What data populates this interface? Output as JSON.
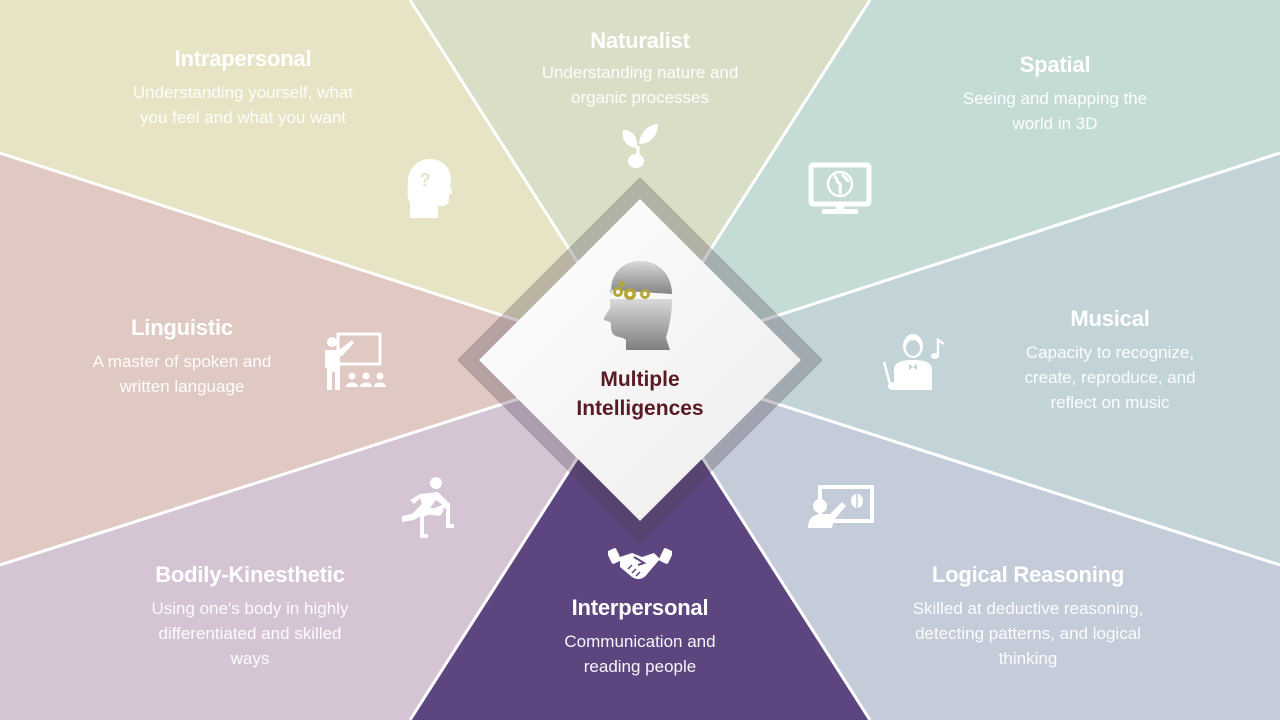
{
  "center": {
    "title_line1": "Multiple",
    "title_line2": "Intelligences",
    "icon": "head-gears-icon",
    "title_color": "#5a1a24"
  },
  "segments": [
    {
      "id": "intrapersonal",
      "title": "Intrapersonal",
      "desc_line1": "Understanding yourself, what",
      "desc_line2": "you feel and what you want",
      "icon": "head-question-icon",
      "color": "#e6e4c4"
    },
    {
      "id": "naturalist",
      "title": "Naturalist",
      "desc_line1": "Understanding nature and",
      "desc_line2": "organic processes",
      "icon": "sprout-icon",
      "color": "#d8dfc6"
    },
    {
      "id": "spatial",
      "title": "Spatial",
      "desc_line1": "Seeing and mapping the",
      "desc_line2": "world in 3D",
      "icon": "monitor-globe-icon",
      "color": "#c5dbd6"
    },
    {
      "id": "musical",
      "title": "Musical",
      "desc_line1": "Capacity to recognize,",
      "desc_line2": "create, reproduce, and",
      "desc_line3": "reflect on music",
      "icon": "conductor-music-icon",
      "color": "#c3d4d8"
    },
    {
      "id": "logical",
      "title": "Logical Reasoning",
      "desc_line1": "Skilled at deductive reasoning,",
      "desc_line2": "detecting patterns, and logical",
      "desc_line3": "thinking",
      "icon": "presenter-brain-icon",
      "color": "#c3ccd8"
    },
    {
      "id": "interpersonal",
      "title": "Interpersonal",
      "desc_line1": "Communication and",
      "desc_line2": "reading people",
      "icon": "handshake-icon",
      "color": "#5d467f"
    },
    {
      "id": "bodily",
      "title": "Bodily-Kinesthetic",
      "desc_line1": "Using one's body in highly",
      "desc_line2": "differentiated and skilled",
      "desc_line3": "ways",
      "icon": "hurdle-runner-icon",
      "color": "#d4c4d4"
    },
    {
      "id": "linguistic",
      "title": "Linguistic",
      "desc_line1": "A master of spoken and",
      "desc_line2": "written language",
      "icon": "teacher-class-icon",
      "color": "#dfc9c2"
    }
  ]
}
